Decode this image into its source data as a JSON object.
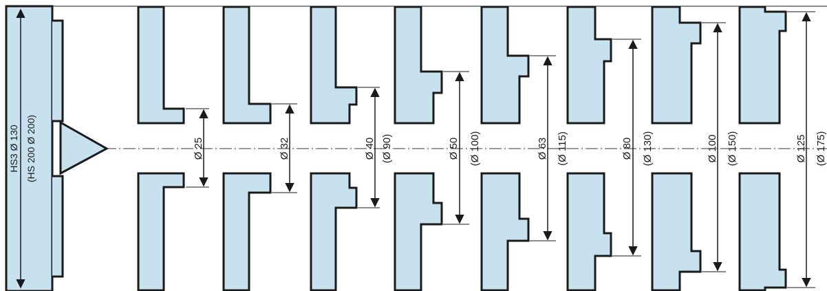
{
  "colors": {
    "fill": "#c8e1ef",
    "outline": "#1a1a1a",
    "dim_line": "#1a1a1a",
    "axis": "#333333"
  },
  "spindle": {
    "label_main": "HS3 Ø 130",
    "label_alt": "(HS 200 Ø 200)"
  },
  "tools": [
    {
      "id": "d25",
      "label_main": "Ø 25",
      "label_alt": ""
    },
    {
      "id": "d32",
      "label_main": "Ø 32",
      "label_alt": ""
    },
    {
      "id": "d40",
      "label_main": "Ø 40",
      "label_alt": "(Ø 90)"
    },
    {
      "id": "d50",
      "label_main": "Ø 50",
      "label_alt": "(Ø 100)"
    },
    {
      "id": "d63",
      "label_main": "Ø 63",
      "label_alt": "(Ø 115)"
    },
    {
      "id": "d80",
      "label_main": "Ø 80",
      "label_alt": "(Ø 130)"
    },
    {
      "id": "d100",
      "label_main": "Ø 100",
      "label_alt": "(Ø 150)"
    },
    {
      "id": "d125",
      "label_main": "Ø 125",
      "label_alt": "(Ø 175)"
    }
  ]
}
